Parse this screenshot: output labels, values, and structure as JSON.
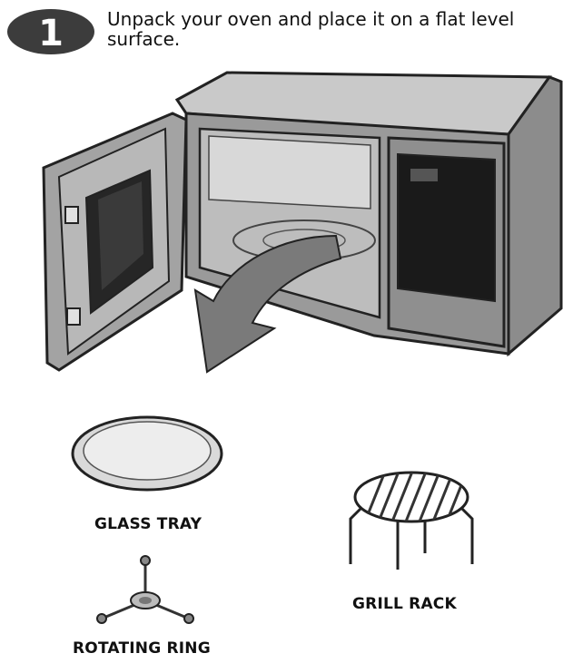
{
  "step": {
    "number": "1",
    "instruction": "Unpack your oven and place it on a flat level surface."
  },
  "parts": {
    "glass_tray": "GLASS TRAY",
    "grill_rack": "GRILL RACK",
    "rotating_ring": "ROTATING RING"
  },
  "icons": [
    "step-badge-icon",
    "microwave-oven-illustration",
    "arrow-icon",
    "glass-tray-icon",
    "rotating-ring-icon",
    "grill-rack-icon"
  ],
  "colors": {
    "badge": "#3c3c3c",
    "arrow": "#7a7a7a",
    "oven_body": "#9a9a9a",
    "oven_top": "#c9c9c9"
  }
}
